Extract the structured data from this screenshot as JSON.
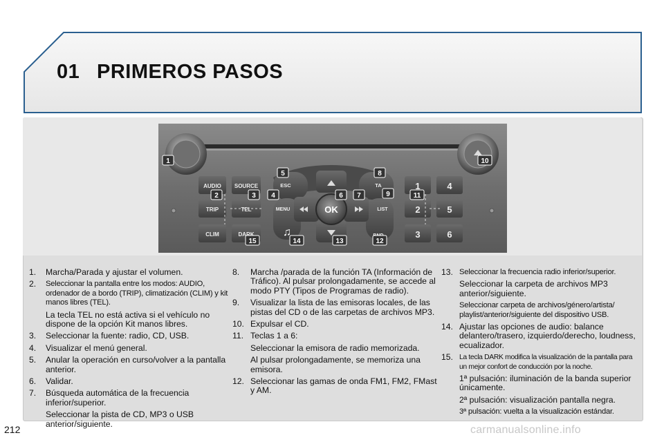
{
  "header": {
    "chapter": "01",
    "title": "PRIMEROS PASOS"
  },
  "radio": {
    "buttons": {
      "audio": "AUDIO",
      "source": "SOURCE",
      "trip": "TRIP",
      "tel": "TEL",
      "clim": "CLIM",
      "dark": "DARK",
      "esc": "ESC",
      "menu": "MENU",
      "ok": "OK",
      "ta": "TA",
      "list": "LIST",
      "band": "BND",
      "preset1": "1",
      "preset2": "2",
      "preset3": "3",
      "preset4": "4",
      "preset5": "5",
      "preset6": "6"
    },
    "callouts": [
      "1",
      "2",
      "3",
      "4",
      "5",
      "6",
      "7",
      "8",
      "9",
      "10",
      "11",
      "12",
      "13",
      "14",
      "15"
    ]
  },
  "col1": [
    {
      "n": "1.",
      "t": "Marcha/Parada y ajustar el volumen."
    },
    {
      "n": "2.",
      "t": "Seleccionar la pantalla entre los modos: AUDIO, ordenador de a bordo (TRIP), climatización (CLIM) y kit manos libres (TEL).",
      "sub": "La tecla TEL no está activa si el vehículo no dispone de la opción Kit manos libres."
    },
    {
      "n": "3.",
      "t": "Seleccionar la fuente: radio, CD, USB."
    },
    {
      "n": "4.",
      "t": "Visualizar el menú general."
    },
    {
      "n": "5.",
      "t": "Anular la operación en curso/volver a la pantalla anterior."
    },
    {
      "n": "6.",
      "t": "Validar."
    },
    {
      "n": "7.",
      "t": "Búsqueda automática de la frecuencia inferior/superior.",
      "sub": "Seleccionar la pista de CD, MP3 o USB anterior/siguiente."
    }
  ],
  "col2": [
    {
      "n": "8.",
      "t": "Marcha /parada de la función TA (Información de Tráfico). Al pulsar prolongadamente, se accede al modo PTY (Tipos de Programas de radio)."
    },
    {
      "n": "9.",
      "t": "Visualizar la lista de las emisoras locales, de las pistas del CD o de las carpetas de archivos MP3."
    },
    {
      "n": "10.",
      "t": "Expulsar el CD."
    },
    {
      "n": "11.",
      "t": "Teclas 1 a 6:",
      "sub": "Seleccionar la emisora de radio memorizada.",
      "sub2": "Al pulsar prolongadamente, se memoriza una emisora."
    },
    {
      "n": "12.",
      "t": "Seleccionar las gamas de onda FM1, FM2, FMast y AM."
    }
  ],
  "col3": [
    {
      "n": "13.",
      "t": "Seleccionar la frecuencia radio inferior/superior.",
      "sub": "Seleccionar la carpeta de archivos MP3 anterior/siguiente.",
      "sub2": "Seleccionar carpeta de archivos/género/artista/ playlist/anterior/siguiente del dispositivo USB."
    },
    {
      "n": "14.",
      "t": "Ajustar las opciones de audio: balance delantero/trasero, izquierdo/derecho, loudness, ecualizador."
    },
    {
      "n": "15.",
      "t": "La tecla DARK modifica la visualización de la pantalla para un mejor confort de conducción por la noche.",
      "sub": "1ª pulsación: iluminación de la banda superior únicamente.",
      "sub2": "2ª pulsación: visualización pantalla negra.",
      "sub3": "3ª pulsación: vuelta a la visualización estándar."
    }
  ],
  "footer": {
    "page": "212",
    "watermark": "carmanualsonline.info"
  }
}
